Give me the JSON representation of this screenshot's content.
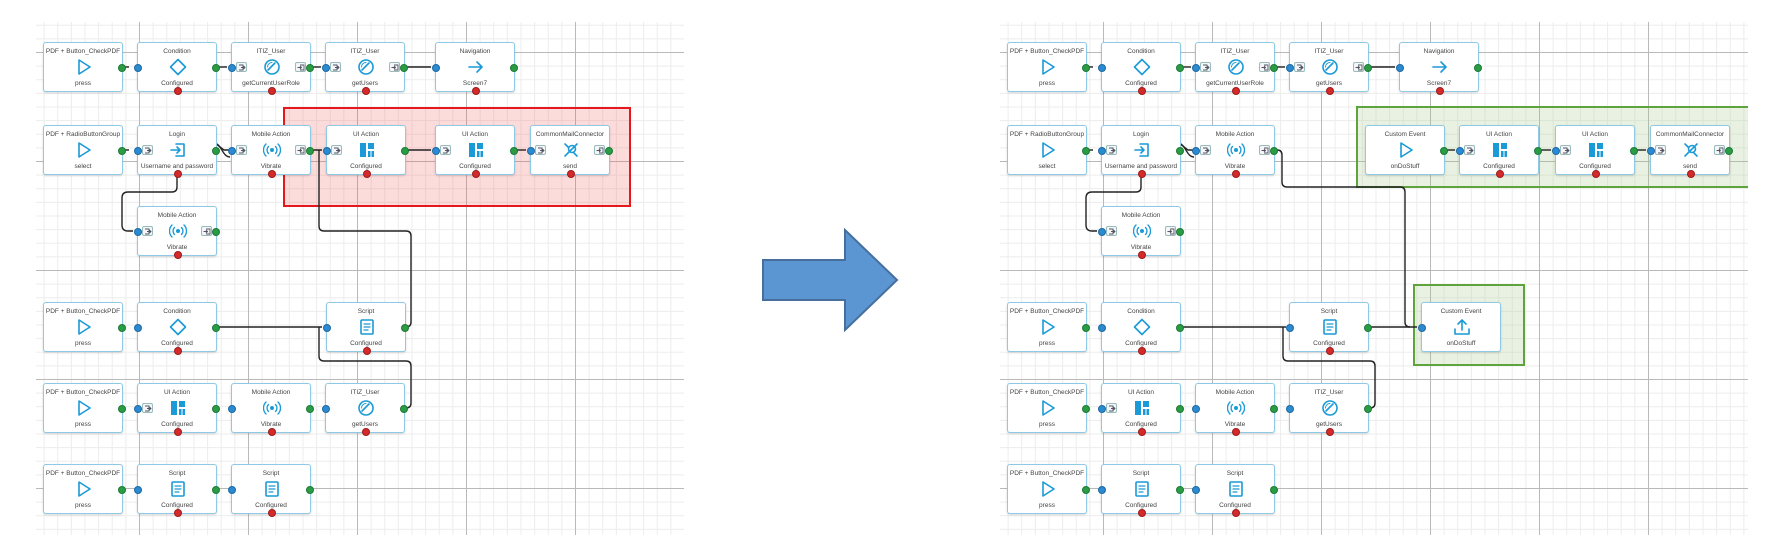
{
  "left": {
    "nodes": [
      {
        "id": "L1",
        "title": "PDF + Button_CheckPDF",
        "sub": "press",
        "icon": "play-icon"
      },
      {
        "id": "L2",
        "title": "Condition",
        "sub": "Configured",
        "icon": "diamond-icon"
      },
      {
        "id": "L3",
        "title": "ITIZ_User",
        "sub": "getCurrentUserRole",
        "icon": "gauge-icon"
      },
      {
        "id": "L4",
        "title": "ITIZ_User",
        "sub": "getUsers",
        "icon": "gauge-icon"
      },
      {
        "id": "L5",
        "title": "Navigation",
        "sub": "Screen7",
        "icon": "arrow-right-icon"
      },
      {
        "id": "L6",
        "title": "PDF + RadioButtonGroup",
        "sub": "select",
        "icon": "play-icon"
      },
      {
        "id": "L7",
        "title": "Login",
        "sub": "Username and password",
        "icon": "login-icon"
      },
      {
        "id": "L8",
        "title": "Mobile Action",
        "sub": "Vibrate",
        "icon": "vibrate-icon"
      },
      {
        "id": "L9",
        "title": "UI Action",
        "sub": "Configured",
        "icon": "layout-icon"
      },
      {
        "id": "L10",
        "title": "UI Action",
        "sub": "Configured",
        "icon": "layout-icon"
      },
      {
        "id": "L11",
        "title": "CommonMailConnector",
        "sub": "send",
        "icon": "plug-icon"
      },
      {
        "id": "L12",
        "title": "Mobile Action",
        "sub": "Vibrate",
        "icon": "vibrate-icon"
      },
      {
        "id": "L13",
        "title": "PDF + Button_CheckPDF",
        "sub": "press",
        "icon": "play-icon"
      },
      {
        "id": "L14",
        "title": "Condition",
        "sub": "Configured",
        "icon": "diamond-icon"
      },
      {
        "id": "L15",
        "title": "Script",
        "sub": "Configured",
        "icon": "script-icon"
      },
      {
        "id": "L16",
        "title": "PDF + Button_CheckPDF",
        "sub": "press",
        "icon": "play-icon"
      },
      {
        "id": "L17",
        "title": "UI Action",
        "sub": "Configured",
        "icon": "layout-icon"
      },
      {
        "id": "L18",
        "title": "Mobile Action",
        "sub": "Vibrate",
        "icon": "vibrate-icon"
      },
      {
        "id": "L19",
        "title": "ITIZ_User",
        "sub": "getUsers",
        "icon": "gauge-icon"
      },
      {
        "id": "L20",
        "title": "PDF + Button_CheckPDF",
        "sub": "press",
        "icon": "play-icon"
      },
      {
        "id": "L21",
        "title": "Script",
        "sub": "Configured",
        "icon": "script-icon"
      },
      {
        "id": "L22",
        "title": "Script",
        "sub": "Configured",
        "icon": "script-icon"
      }
    ],
    "highlight": {
      "color": "#e5181e",
      "fill": "rgba(240,90,90,0.22)"
    }
  },
  "right": {
    "nodes": [
      {
        "id": "R1",
        "title": "PDF + Button_CheckPDF",
        "sub": "press",
        "icon": "play-icon"
      },
      {
        "id": "R2",
        "title": "Condition",
        "sub": "Configured",
        "icon": "diamond-icon"
      },
      {
        "id": "R3",
        "title": "ITIZ_User",
        "sub": "getCurrentUserRole",
        "icon": "gauge-icon"
      },
      {
        "id": "R4",
        "title": "ITIZ_User",
        "sub": "getUsers",
        "icon": "gauge-icon"
      },
      {
        "id": "R5",
        "title": "Navigation",
        "sub": "Screen7",
        "icon": "arrow-right-icon"
      },
      {
        "id": "R6",
        "title": "PDF + RadioButtonGroup",
        "sub": "select",
        "icon": "play-icon"
      },
      {
        "id": "R7",
        "title": "Login",
        "sub": "Username and password",
        "icon": "login-icon"
      },
      {
        "id": "R8",
        "title": "Mobile Action",
        "sub": "Vibrate",
        "icon": "vibrate-icon"
      },
      {
        "id": "R9",
        "title": "Custom Event",
        "sub": "onDoStuff",
        "icon": "play-icon"
      },
      {
        "id": "R10",
        "title": "UI Action",
        "sub": "Configured",
        "icon": "layout-icon"
      },
      {
        "id": "R11",
        "title": "UI Action",
        "sub": "Configured",
        "icon": "layout-icon"
      },
      {
        "id": "R12",
        "title": "CommonMailConnector",
        "sub": "send",
        "icon": "plug-icon"
      },
      {
        "id": "R13",
        "title": "Mobile Action",
        "sub": "Vibrate",
        "icon": "vibrate-icon"
      },
      {
        "id": "R14",
        "title": "PDF + Button_CheckPDF",
        "sub": "press",
        "icon": "play-icon"
      },
      {
        "id": "R15",
        "title": "Condition",
        "sub": "Configured",
        "icon": "diamond-icon"
      },
      {
        "id": "R16",
        "title": "Script",
        "sub": "Configured",
        "icon": "script-icon"
      },
      {
        "id": "R17",
        "title": "Custom Event",
        "sub": "onDoStuff",
        "icon": "upload-icon"
      },
      {
        "id": "R18",
        "title": "PDF + Button_CheckPDF",
        "sub": "press",
        "icon": "play-icon"
      },
      {
        "id": "R19",
        "title": "UI Action",
        "sub": "Configured",
        "icon": "layout-icon"
      },
      {
        "id": "R20",
        "title": "Mobile Action",
        "sub": "Vibrate",
        "icon": "vibrate-icon"
      },
      {
        "id": "R21",
        "title": "ITIZ_User",
        "sub": "getUsers",
        "icon": "gauge-icon"
      },
      {
        "id": "R22",
        "title": "PDF + Button_CheckPDF",
        "sub": "press",
        "icon": "play-icon"
      },
      {
        "id": "R23",
        "title": "Script",
        "sub": "Configured",
        "icon": "script-icon"
      },
      {
        "id": "R24",
        "title": "Script",
        "sub": "Configured",
        "icon": "script-icon"
      }
    ],
    "highlight": {
      "color": "#5fa33c",
      "fill": "rgba(168,205,140,0.25)"
    }
  },
  "arrow": {
    "color": "#5b96d3",
    "stroke": "#466f9e"
  },
  "colors": {
    "accent": "#1a9ad6",
    "border": "#8ec9e6",
    "port_in": "#2b8ad0",
    "port_out": "#2a9c46",
    "port_err": "#d42a2a",
    "wire": "#222222"
  }
}
